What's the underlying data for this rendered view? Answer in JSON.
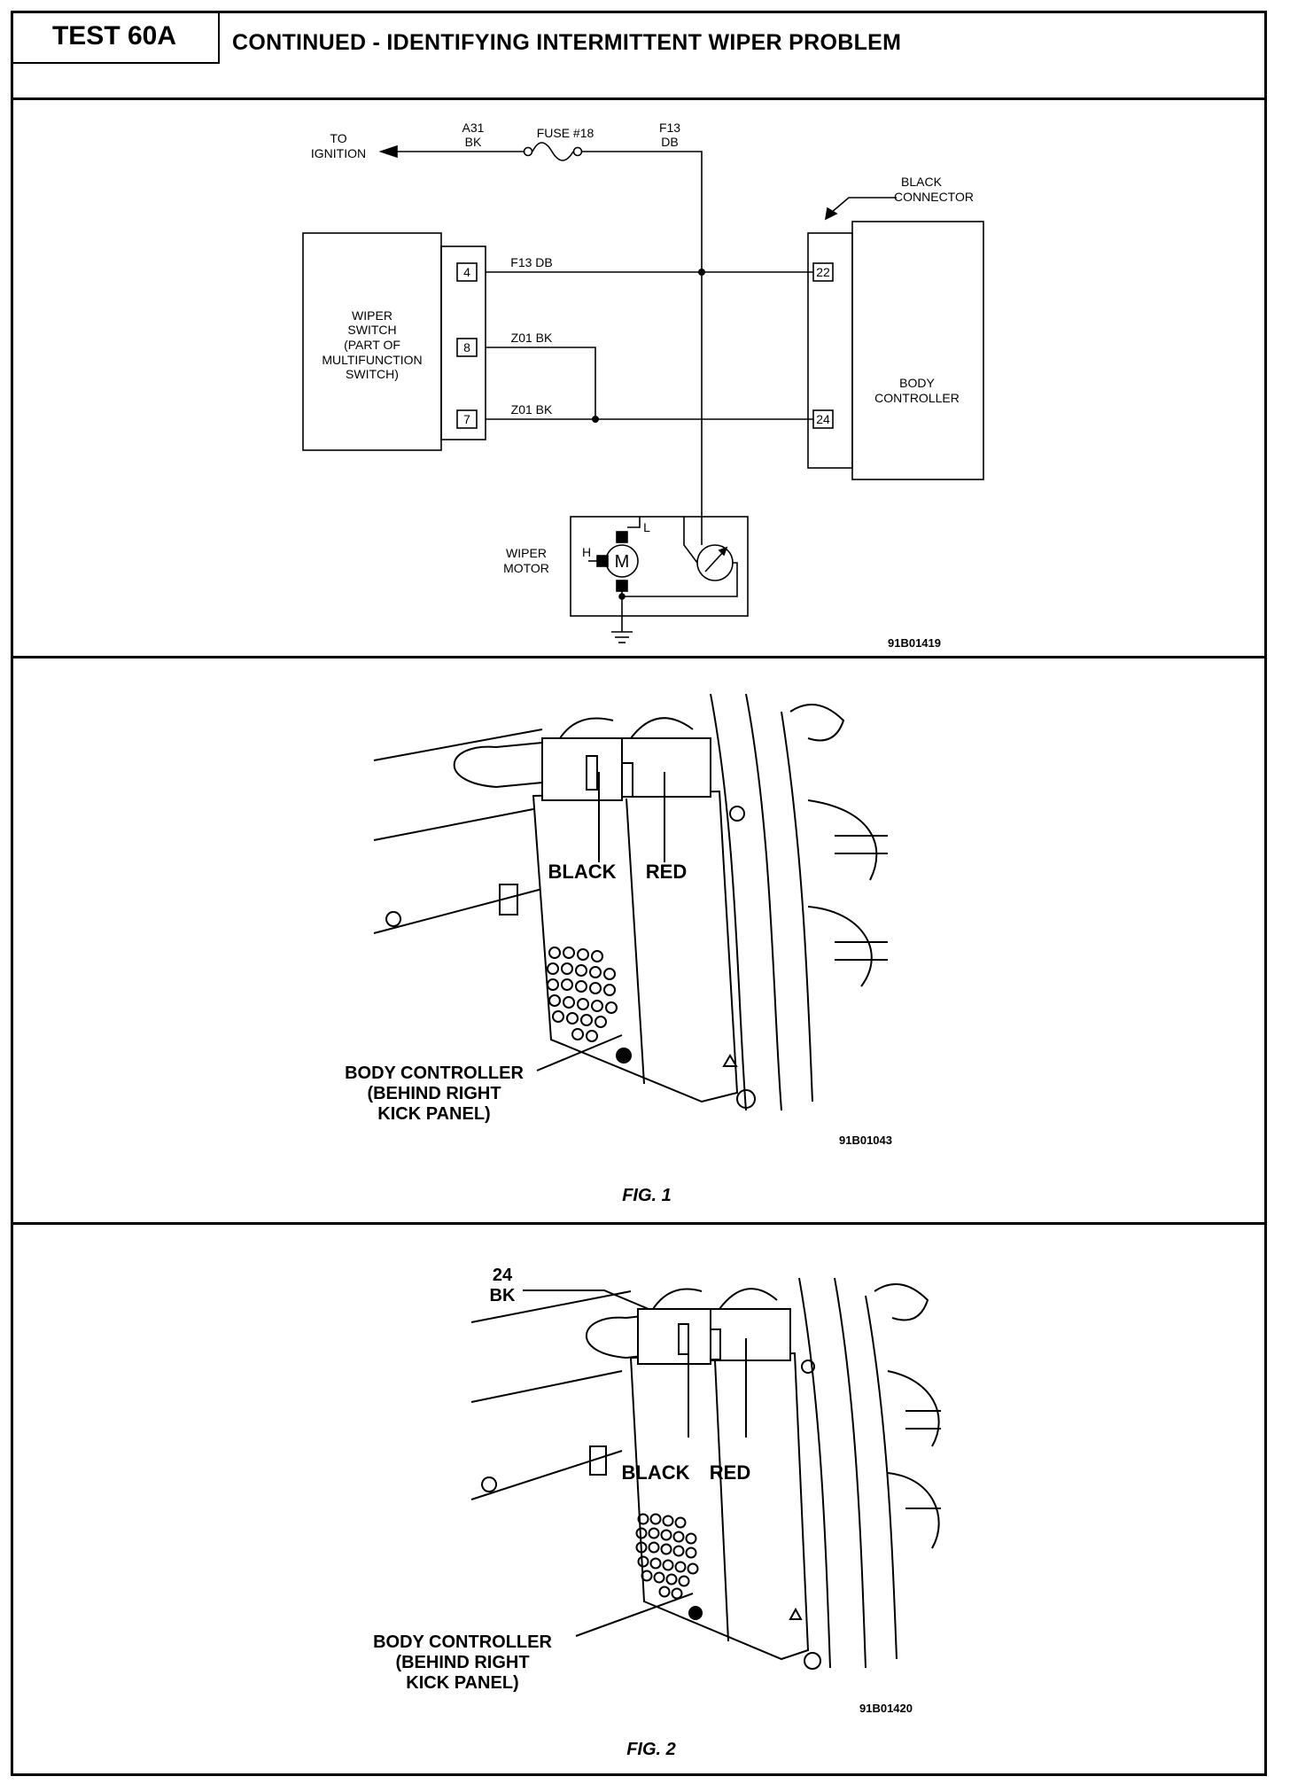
{
  "header": {
    "test_label": "TEST 60A",
    "title": "CONTINUED - IDENTIFYING INTERMITTENT WIPER PROBLEM"
  },
  "schematic": {
    "to_ignition": [
      "TO",
      "IGNITION"
    ],
    "wire_a31": [
      "A31",
      "BK"
    ],
    "fuse": "FUSE #18",
    "wire_f13_top": [
      "F13",
      "DB"
    ],
    "black_connector": [
      "BLACK",
      "CONNECTOR"
    ],
    "wiper_switch": [
      "WIPER",
      "SWITCH",
      "(PART OF",
      "MULTIFUNCTION",
      "SWITCH)"
    ],
    "switch_pins": [
      "4",
      "8",
      "7"
    ],
    "wire_f13": "F13 DB",
    "wire_z01_a": "Z01 BK",
    "wire_z01_b": "Z01 BK",
    "controller_pins": [
      "22",
      "24"
    ],
    "body_controller": [
      "BODY",
      "CONTROLLER"
    ],
    "wiper_motor": [
      "WIPER",
      "MOTOR"
    ],
    "motor_symbol": "M",
    "motor_h": "H",
    "motor_l": "L",
    "ref": "91B01419"
  },
  "fig1": {
    "black": "BLACK",
    "red": "RED",
    "callout": [
      "BODY CONTROLLER",
      "(BEHIND RIGHT",
      "KICK PANEL)"
    ],
    "ref": "91B01043",
    "caption": "FIG. 1"
  },
  "fig2": {
    "wire_label": [
      "24",
      "BK"
    ],
    "black": "BLACK",
    "red": "RED",
    "callout": [
      "BODY CONTROLLER",
      "(BEHIND RIGHT",
      "KICK PANEL)"
    ],
    "ref": "91B01420",
    "caption": "FIG. 2"
  }
}
